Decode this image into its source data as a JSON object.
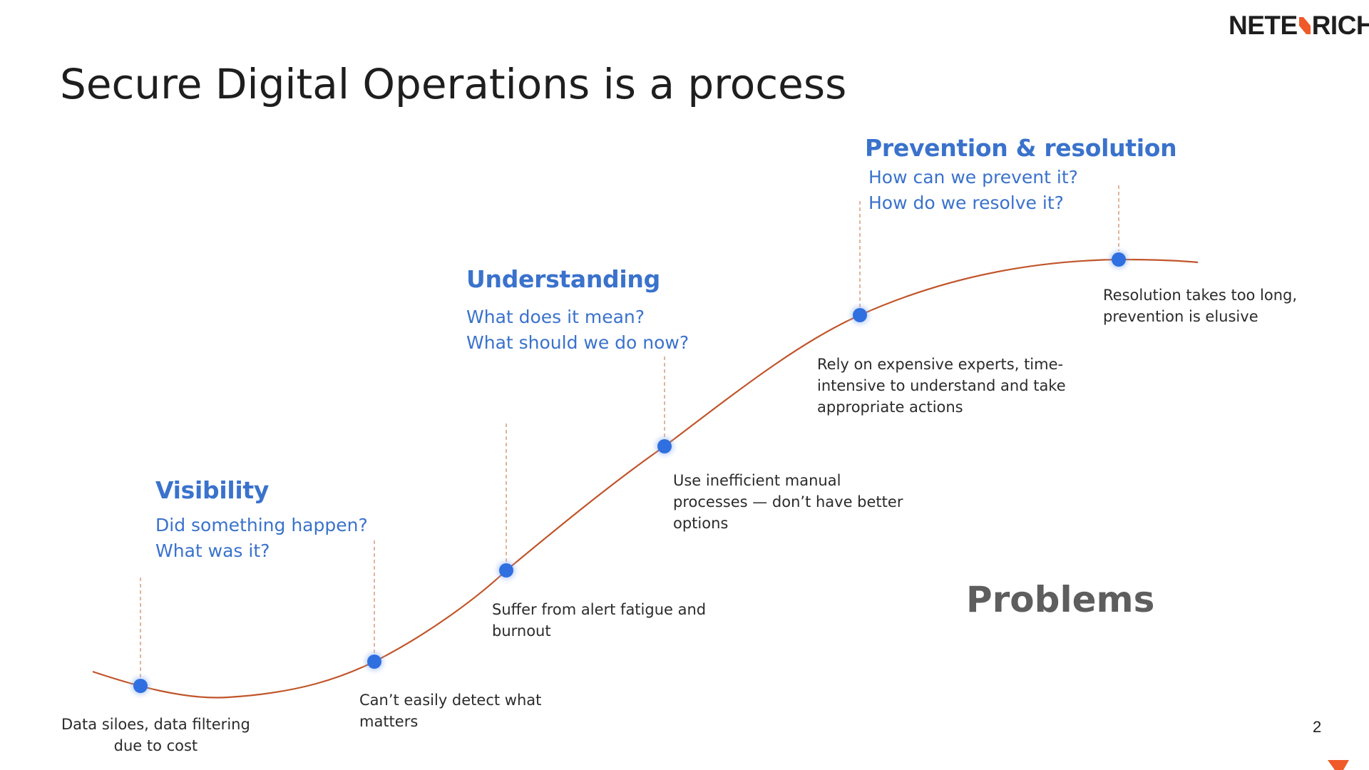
{
  "logo": {
    "left": "NETE",
    "right": "RICH"
  },
  "title": "Secure Digital Operations is a process",
  "stages": [
    {
      "heading": "Visibility",
      "questions": [
        "Did something happen?",
        "What was it?"
      ]
    },
    {
      "heading": "Understanding",
      "questions": [
        "What does it mean?",
        "What should we do now?"
      ]
    },
    {
      "heading": "Prevention & resolution",
      "questions": [
        "How can we prevent it?",
        "How do we resolve it?"
      ]
    }
  ],
  "problems_heading": "Problems",
  "problems": [
    [
      "Data siloes, data filtering",
      "due to cost"
    ],
    [
      "Can’t easily detect what",
      "matters"
    ],
    [
      "Suffer from alert fatigue and",
      "burnout"
    ],
    [
      "Use inefficient manual",
      "processes — don’t have better",
      "options"
    ],
    [
      "Rely on expensive experts, time-",
      "intensive to understand and take",
      "appropriate actions"
    ],
    [
      "Resolution takes too long,",
      "prevention is elusive"
    ]
  ],
  "page_number": "2",
  "colors": {
    "stage_blue": "#3a72cc",
    "curve": "#c0552a",
    "dot": "#2f6fe0",
    "guide": "#d99a7c",
    "accent": "#f05a28"
  }
}
